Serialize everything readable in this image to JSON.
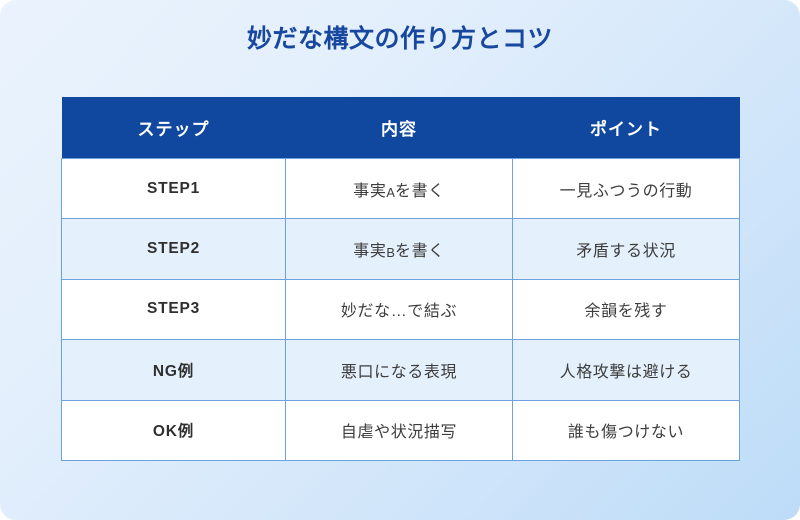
{
  "page": {
    "title": "妙だな構文の作り方とコツ",
    "accent_color": "#10489f",
    "title_color": "#17479e",
    "border_color": "#6da2e0",
    "stripe_color": "#e4f0fb",
    "background_from": "#eaf3fd",
    "background_to": "#bddcf8"
  },
  "table": {
    "columns": [
      "ステップ",
      "内容",
      "ポイント"
    ],
    "rows": [
      {
        "step": "STEP1",
        "content": "事実Aを書く",
        "point": "一見ふつうの行動"
      },
      {
        "step": "STEP2",
        "content": "事実Bを書く",
        "point": "矛盾する状況"
      },
      {
        "step": "STEP3",
        "content": "妙だな…で結ぶ",
        "point": "余韻を残す"
      },
      {
        "step": "NG例",
        "content": "悪口になる表現",
        "point": "人格攻撃は避ける"
      },
      {
        "step": "OK例",
        "content": "自虐や状況描写",
        "point": "誰も傷つけない"
      }
    ]
  }
}
